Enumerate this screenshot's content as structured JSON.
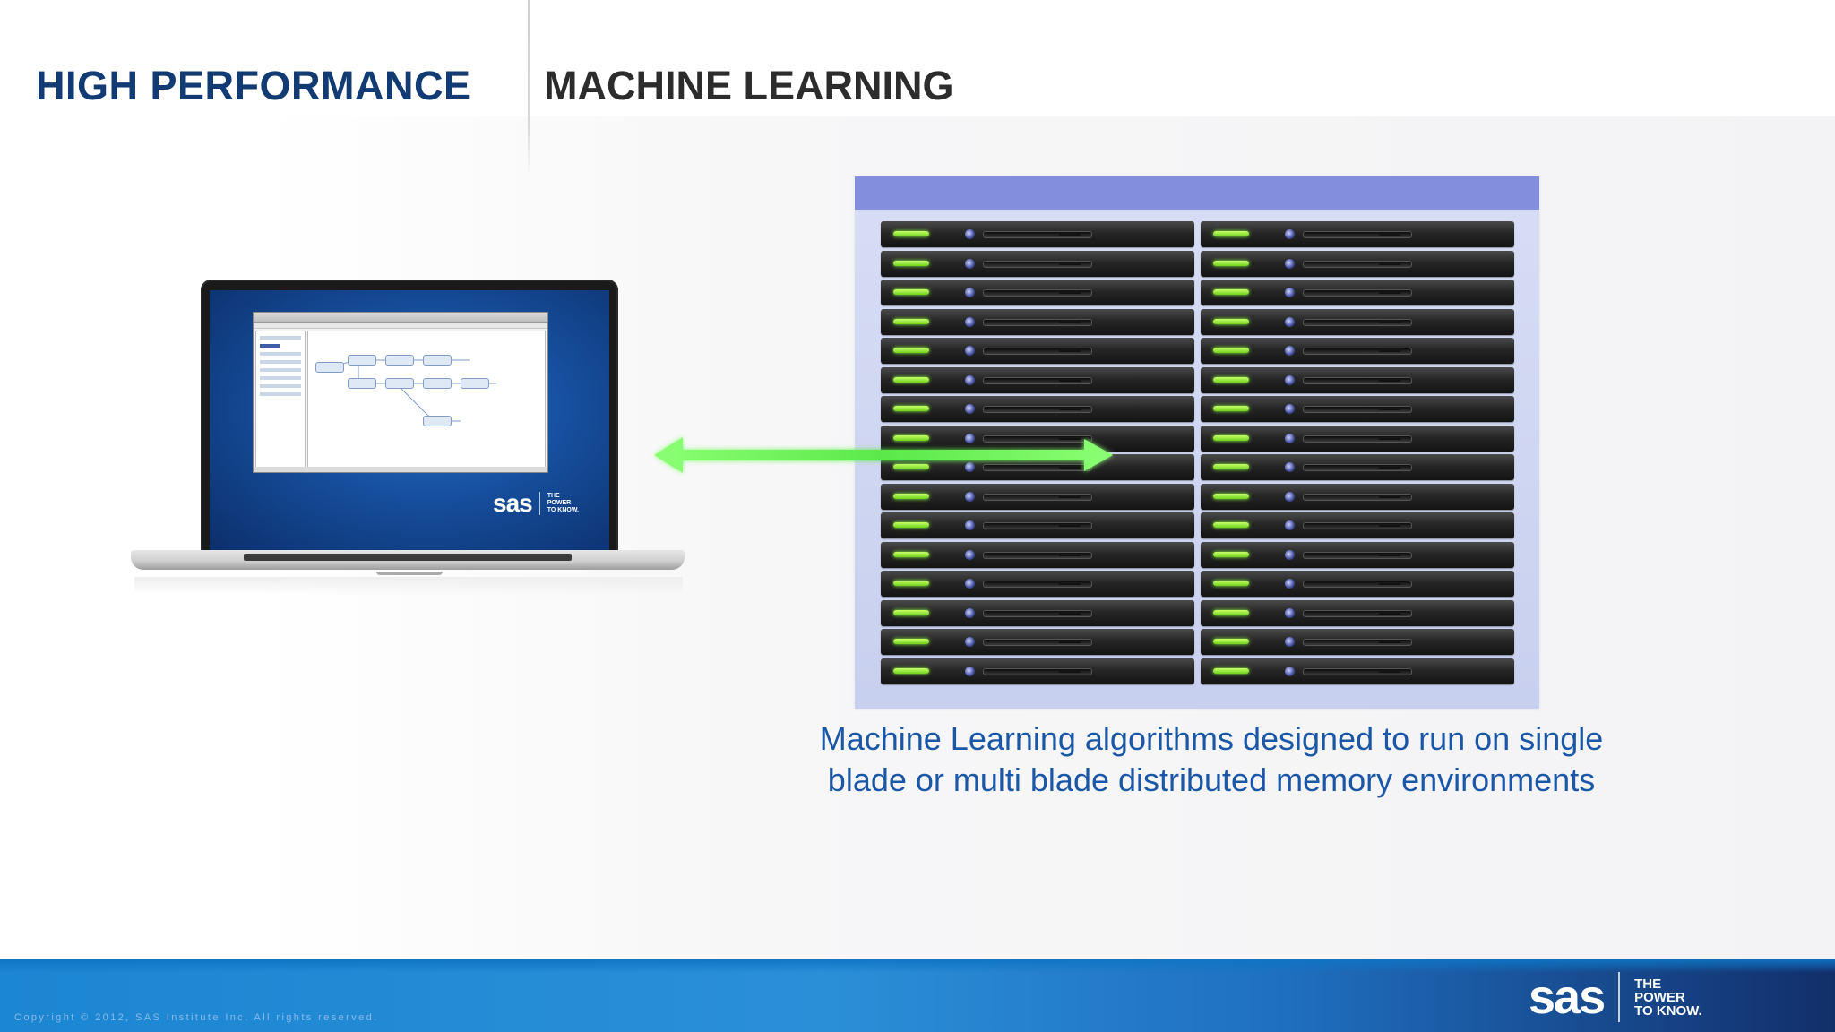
{
  "header": {
    "title_primary": "HIGH PERFORMANCE",
    "title_secondary": "MACHINE LEARNING"
  },
  "laptop": {
    "screen_logo": {
      "wordmark": "sas",
      "tagline": "THE\nPOWER\nTO KNOW."
    }
  },
  "rack": {
    "columns": 2,
    "blades_per_column": 16,
    "top_bar_color": "#838fdd",
    "led_color": "#8ee033"
  },
  "arrow": {
    "color": "#7dff63",
    "direction": "bidirectional"
  },
  "caption": {
    "line1": "Machine Learning algorithms designed to run on single",
    "line2": "blade or multi blade distributed memory environments"
  },
  "footer": {
    "copyright": "Copyright © 2012, SAS Institute Inc. All rights reserved.",
    "logo_wordmark": "sas",
    "logo_tagline": "THE\nPOWER\nTO KNOW."
  },
  "colors": {
    "title_blue": "#123a73",
    "title_dark": "#2c2c2c",
    "caption_blue": "#1a57a6",
    "footer_blue": "#1b86d3"
  }
}
